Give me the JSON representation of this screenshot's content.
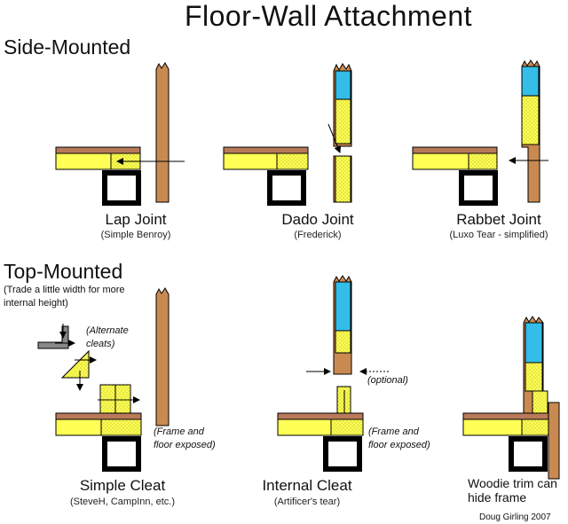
{
  "title": "Floor-Wall Attachment",
  "sections": {
    "side_mounted": "Side-Mounted",
    "top_mounted": "Top-Mounted",
    "top_mounted_note": "(Trade a little width for more internal height)"
  },
  "joints": {
    "lap": {
      "name": "Lap Joint",
      "sub": "(Simple Benroy)"
    },
    "dado": {
      "name": "Dado Joint",
      "sub": "(Frederick)"
    },
    "rabbet": {
      "name": "Rabbet Joint",
      "sub": "(Luxo Tear - simplified)"
    },
    "simple_cleat": {
      "name": "Simple Cleat",
      "sub": "(SteveH, CampInn, etc.)"
    },
    "internal_cleat": {
      "name": "Internal Cleat",
      "sub": "(Artificer's tear)"
    },
    "woodie": {
      "name": "Woodie trim can hide frame"
    }
  },
  "notes": {
    "alternate_cleats": "(Alternate cleats)",
    "frame_floor_exposed_1": "(Frame and floor exposed)",
    "frame_floor_exposed_2": "(Frame and floor exposed)",
    "optional": "(optional)"
  },
  "credit": "Doug Girling 2007",
  "colors": {
    "wood": "#c98a52",
    "floor_top": "#b87a5a",
    "yellow": "#ffff55",
    "blue": "#33bde8",
    "frame": "#ffffff",
    "line": "#000000"
  }
}
